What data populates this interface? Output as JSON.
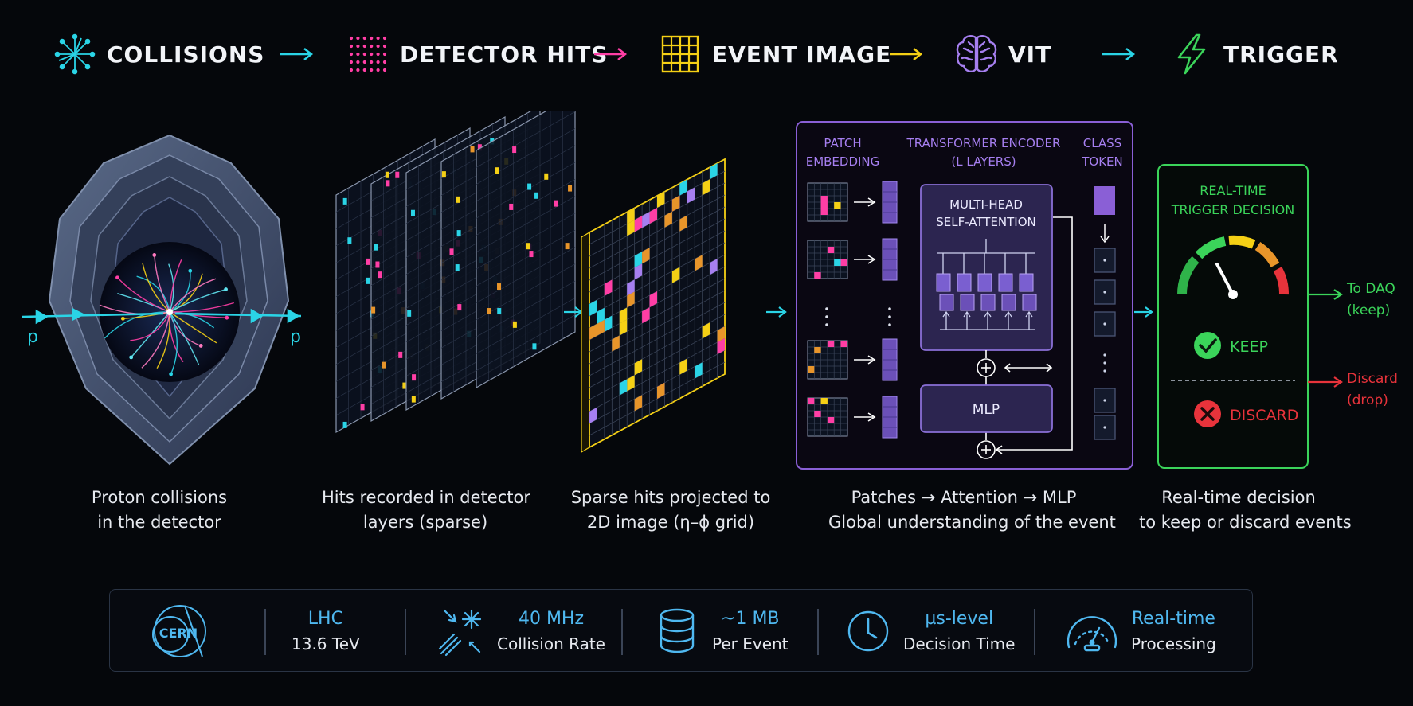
{
  "pipeline": {
    "stages": [
      {
        "label": "COLLISIONS",
        "icon": "burst-icon",
        "color": "#2ad4e6"
      },
      {
        "label": "DETECTOR HITS",
        "icon": "dot-grid-icon",
        "color": "#ff3ea5"
      },
      {
        "label": "EVENT IMAGE",
        "icon": "grid-icon",
        "color": "#f5d015"
      },
      {
        "label": "VIT",
        "icon": "brain-icon",
        "color": "#a67ff0"
      },
      {
        "label": "TRIGGER",
        "icon": "lightning-icon",
        "color": "#3bd45a"
      }
    ],
    "arrow_colors": [
      "#2ad4e6",
      "#ff3ea5",
      "#f5d015",
      "#2ad4e6"
    ]
  },
  "detector": {
    "beam_in_label": "p",
    "beam_out_label": "p"
  },
  "vit": {
    "patch_embedding_label": [
      "PATCH",
      "EMBEDDING"
    ],
    "encoder_label": [
      "TRANSFORMER ENCODER",
      "(L LAYERS)"
    ],
    "class_token_label": [
      "CLASS",
      "TOKEN"
    ],
    "attention_label": [
      "MULTI-HEAD",
      "SELF-ATTENTION"
    ],
    "mlp_label": "MLP"
  },
  "trigger": {
    "title": [
      "REAL-TIME",
      "TRIGGER DECISION"
    ],
    "keep_label": "KEEP",
    "discard_label": "DISCARD",
    "to_daq": [
      "To DAQ",
      "(keep)"
    ],
    "discard_out": [
      "Discard",
      "(drop)"
    ],
    "colors": {
      "keep": "#3bd45a",
      "discard": "#e8333b"
    }
  },
  "captions": [
    [
      "Proton collisions",
      "in the detector"
    ],
    [
      "Hits recorded in detector",
      "layers (sparse)"
    ],
    [
      "Sparse hits projected to",
      "2D image (η–ϕ grid)"
    ],
    [
      "Patches → Attention → MLP",
      "Global understanding of the event"
    ],
    [
      "Real-time decision",
      "to keep or discard events"
    ]
  ],
  "stats": [
    {
      "icon": "cern-logo-icon",
      "logo_text": "CERN",
      "main": "",
      "sub": ""
    },
    {
      "icon": "",
      "main": "LHC",
      "sub": "13.6 TeV"
    },
    {
      "icon": "collision-icon",
      "main": "40 MHz",
      "sub": "Collision Rate"
    },
    {
      "icon": "database-icon",
      "main": "~1 MB",
      "sub": "Per Event"
    },
    {
      "icon": "clock-icon",
      "main": "µs-level",
      "sub": "Decision Time"
    },
    {
      "icon": "speedometer-icon",
      "main": "Real-time",
      "sub": "Processing"
    }
  ]
}
